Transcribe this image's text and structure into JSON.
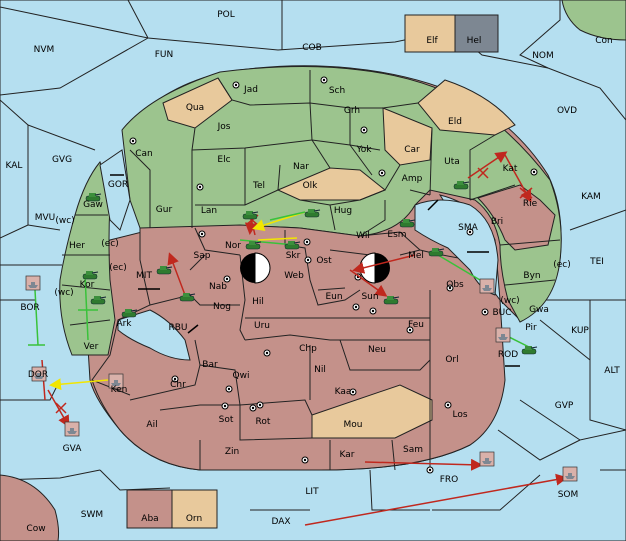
{
  "colors": {
    "sea": "#b5dff0",
    "ally": "#9cc48e",
    "enemy": "#c4918a",
    "neutral": "#e8c99c",
    "move_red": "#c0281e",
    "move_yellow": "#f2e600",
    "support_green": "#39c23a",
    "unit_green": "#2f7a2f",
    "unit_grey": "#7d8792"
  },
  "sea_labels": [
    {
      "name": "POL"
    },
    {
      "name": "NVM"
    },
    {
      "name": "FUN"
    },
    {
      "name": "COB"
    },
    {
      "name": "NOM"
    },
    {
      "name": "Con"
    },
    {
      "name": "OVD"
    },
    {
      "name": "KAL"
    },
    {
      "name": "GVG"
    },
    {
      "name": "KAM"
    },
    {
      "name": "TEI"
    },
    {
      "name": "SMA"
    },
    {
      "name": "MVU"
    },
    {
      "name": "MIT"
    },
    {
      "name": "GOR"
    },
    {
      "name": "BOR"
    },
    {
      "name": "RBU"
    },
    {
      "name": "BUC"
    },
    {
      "name": "KUP"
    },
    {
      "name": "ROD"
    },
    {
      "name": "ALT"
    },
    {
      "name": "GVP"
    },
    {
      "name": "DOR"
    },
    {
      "name": "GVA"
    },
    {
      "name": "FRO"
    },
    {
      "name": "LIT"
    },
    {
      "name": "SOM"
    },
    {
      "name": "SWM"
    },
    {
      "name": "DAX"
    },
    {
      "name": "Cow"
    }
  ],
  "land_labels": [
    {
      "name": "Jad"
    },
    {
      "name": "Sch"
    },
    {
      "name": "Qua"
    },
    {
      "name": "Jos"
    },
    {
      "name": "Grh"
    },
    {
      "name": "Eld"
    },
    {
      "name": "Can"
    },
    {
      "name": "Yok"
    },
    {
      "name": "Car"
    },
    {
      "name": "Elc"
    },
    {
      "name": "Nar"
    },
    {
      "name": "Uta"
    },
    {
      "name": "Kat"
    },
    {
      "name": "Tel"
    },
    {
      "name": "Olk"
    },
    {
      "name": "Amp"
    },
    {
      "name": "Gur"
    },
    {
      "name": "Lan"
    },
    {
      "name": "Hug"
    },
    {
      "name": "Rie"
    },
    {
      "name": "Gaw"
    },
    {
      "name": "Wil"
    },
    {
      "name": "Esm"
    },
    {
      "name": "Bri"
    },
    {
      "name": "Her"
    },
    {
      "name": "Nor"
    },
    {
      "name": "Skr"
    },
    {
      "name": "Sap"
    },
    {
      "name": "Ost"
    },
    {
      "name": "Mel"
    },
    {
      "name": "Web"
    },
    {
      "name": "Byn"
    },
    {
      "name": "Kor"
    },
    {
      "name": "Nab"
    },
    {
      "name": "Eun"
    },
    {
      "name": "Sun"
    },
    {
      "name": "Obs"
    },
    {
      "name": "Gwa"
    },
    {
      "name": "Nog"
    },
    {
      "name": "Hil"
    },
    {
      "name": "Ark"
    },
    {
      "name": "Pir"
    },
    {
      "name": "Uru"
    },
    {
      "name": "Feu"
    },
    {
      "name": "Ver"
    },
    {
      "name": "Chp"
    },
    {
      "name": "Neu"
    },
    {
      "name": "Orl"
    },
    {
      "name": "Bar"
    },
    {
      "name": "Qwi"
    },
    {
      "name": "Nil"
    },
    {
      "name": "Ken"
    },
    {
      "name": "Chr"
    },
    {
      "name": "Kaa"
    },
    {
      "name": "Los"
    },
    {
      "name": "Sot"
    },
    {
      "name": "Rot"
    },
    {
      "name": "Mou"
    },
    {
      "name": "Ail"
    },
    {
      "name": "Zin"
    },
    {
      "name": "Kar"
    },
    {
      "name": "Sam"
    },
    {
      "name": "Elf"
    },
    {
      "name": "Hel"
    },
    {
      "name": "Aba"
    },
    {
      "name": "Orn"
    }
  ],
  "coast_labels": [
    {
      "name": "(wc)"
    },
    {
      "name": "(ec)"
    },
    {
      "name": "(ec)"
    },
    {
      "name": "(wc)"
    },
    {
      "name": "(wc)"
    },
    {
      "name": "(ec)"
    }
  ]
}
